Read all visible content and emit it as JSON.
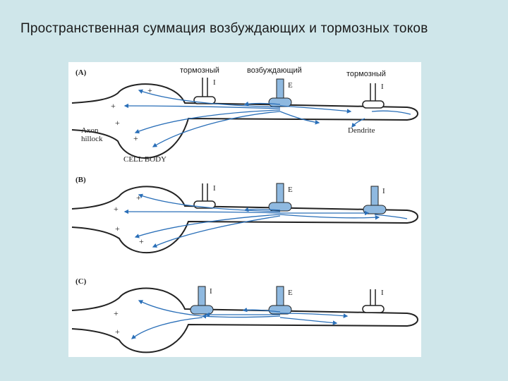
{
  "slide": {
    "title": "Пространственная суммация возбуждающих и тормозных токов"
  },
  "annotations": {
    "inhibitory_left": "тормозный",
    "excitatory": "возбуждающий",
    "inhibitory_right": "тормозный"
  },
  "figure": {
    "panel_labels": [
      "(A)",
      "(B)",
      "(C)"
    ],
    "synapse_labels": {
      "inhibitory": "I",
      "excitatory": "E"
    },
    "structure_labels": {
      "axon_hillock_line1": "Axon",
      "axon_hillock_line2": "hillock",
      "cell_body": "CELL BODY",
      "dendrite": "Dendrite"
    },
    "plus_sign": "+",
    "colors": {
      "current": "#2a6fb8",
      "active_synapse": "#8fb9e0",
      "outline": "#222222"
    }
  }
}
